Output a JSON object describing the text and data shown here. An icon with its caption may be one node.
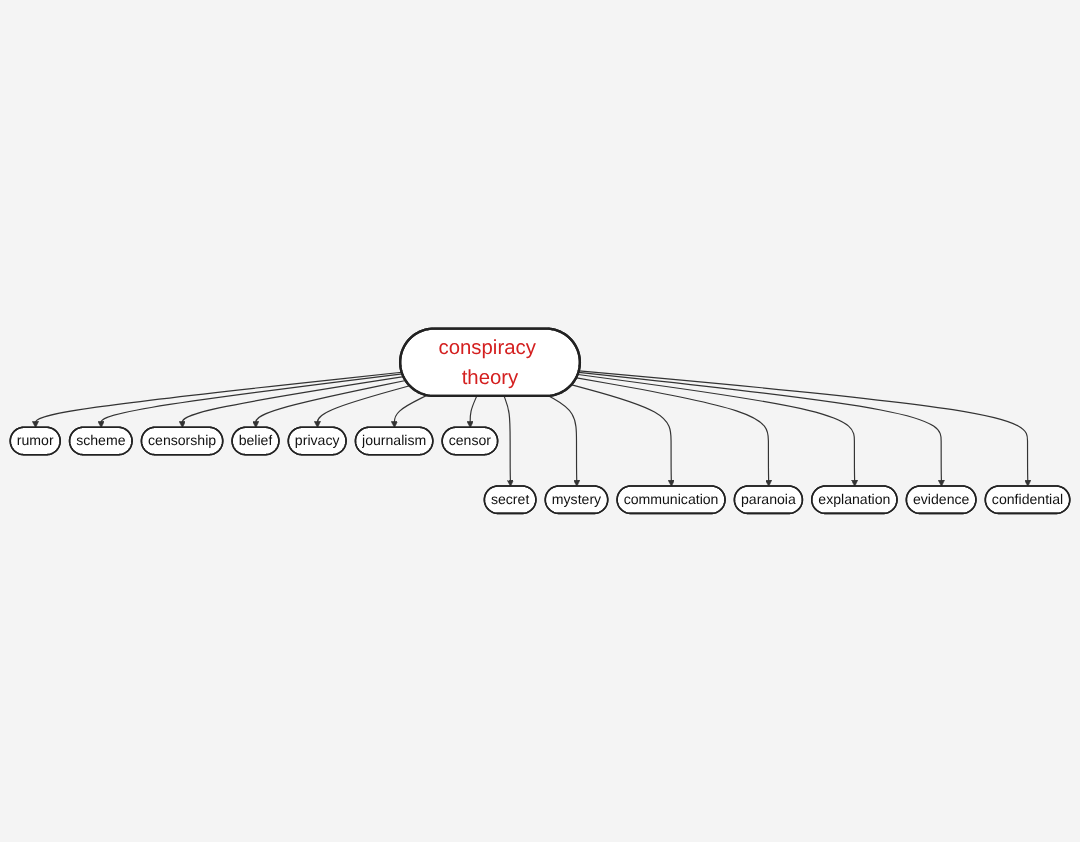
{
  "diagram": {
    "nodes": [
      {
        "text": [
          "conspiracy theory"
        ]
      },
      {
        "text": [
          "rumor"
        ]
      },
      {
        "text": [
          "secret"
        ]
      },
      {
        "text": [
          "scheme"
        ]
      },
      {
        "text": [
          "mystery"
        ]
      },
      {
        "text": [
          "censorship"
        ]
      },
      {
        "text": [
          "communication"
        ]
      },
      {
        "text": [
          "belief"
        ]
      },
      {
        "text": [
          "paranoia"
        ]
      },
      {
        "text": [
          "privacy"
        ]
      },
      {
        "text": [
          "explanation"
        ]
      },
      {
        "text": [
          "journalism"
        ]
      },
      {
        "text": [
          "evidence"
        ]
      },
      {
        "text": [
          "censor"
        ]
      },
      {
        "text": [
          "confidential"
        ]
      }
    ],
    "edges": [
      {
        "from": 0,
        "to": 1,
        "arrow": "to"
      },
      {
        "from": 0,
        "to": 2,
        "arrow": "to"
      },
      {
        "from": 0,
        "to": 3,
        "arrow": "to"
      },
      {
        "from": 0,
        "to": 4,
        "arrow": "to"
      },
      {
        "from": 0,
        "to": 5,
        "arrow": "to"
      },
      {
        "from": 0,
        "to": 6,
        "arrow": "to"
      },
      {
        "from": 0,
        "to": 7,
        "arrow": "to"
      },
      {
        "from": 0,
        "to": 8,
        "arrow": "to"
      },
      {
        "from": 0,
        "to": 9,
        "arrow": "to"
      },
      {
        "from": 0,
        "to": 10,
        "arrow": "to"
      },
      {
        "from": 0,
        "to": 11,
        "arrow": "to"
      },
      {
        "from": 0,
        "to": 12,
        "arrow": "to"
      },
      {
        "from": 0,
        "to": 13,
        "arrow": "to"
      },
      {
        "from": 0,
        "to": 14,
        "arrow": "to"
      }
    ]
  }
}
